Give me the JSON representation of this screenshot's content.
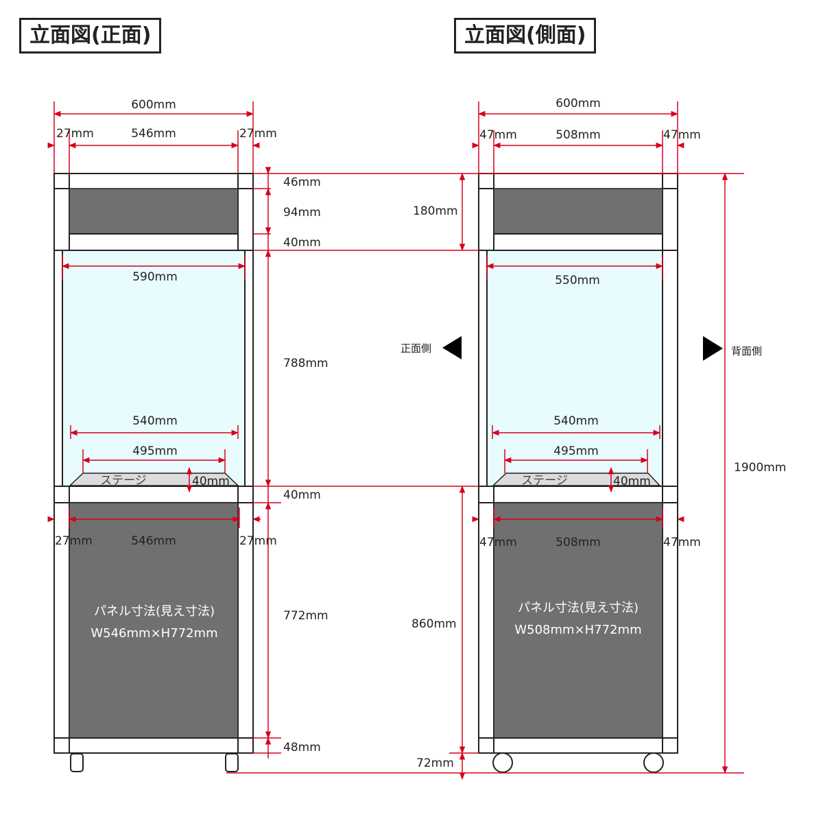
{
  "titles": {
    "front": "立面図(正面)",
    "side": "立面図(側面)"
  },
  "labels": {
    "front_side": "正面側",
    "back_side": "背面側",
    "stage": "ステージ"
  },
  "front": {
    "width_total": "600mm",
    "frame_left": "27mm",
    "inner_width": "546mm",
    "frame_right": "27mm",
    "glass_width": "590mm",
    "stage_top_width": "540mm",
    "stage_inner_width": "495mm",
    "stage_height": "40mm",
    "lower_frame_left": "27mm",
    "lower_inner_width": "546mm",
    "lower_frame_right": "27mm",
    "panel_line1": "パネル寸法(見え寸法)",
    "panel_line2": "W546mm×H772mm"
  },
  "side": {
    "width_total": "600mm",
    "frame_left": "47mm",
    "inner_width": "508mm",
    "frame_right": "47mm",
    "glass_width": "550mm",
    "stage_top_width": "540mm",
    "stage_inner_width": "495mm",
    "stage_height": "40mm",
    "lower_frame_left": "47mm",
    "lower_inner_width": "508mm",
    "lower_frame_right": "47mm",
    "panel_line1": "パネル寸法(見え寸法)",
    "panel_line2": "W508mm×H772mm"
  },
  "heights": {
    "top_rail": "46mm",
    "header_panel": "94mm",
    "mid_rail_top": "40mm",
    "header_total": "180mm",
    "glass": "788mm",
    "mid_rail_bottom": "40mm",
    "lower_panel": "772mm",
    "base_rail": "48mm",
    "lower_total": "860mm",
    "casters": "72mm",
    "overall": "1900mm"
  },
  "colors": {
    "dimension": "#d6001c",
    "panel": "#707070",
    "glass": "#e8fbfd",
    "stage": "#dcdcdc",
    "frame": "#222222"
  }
}
